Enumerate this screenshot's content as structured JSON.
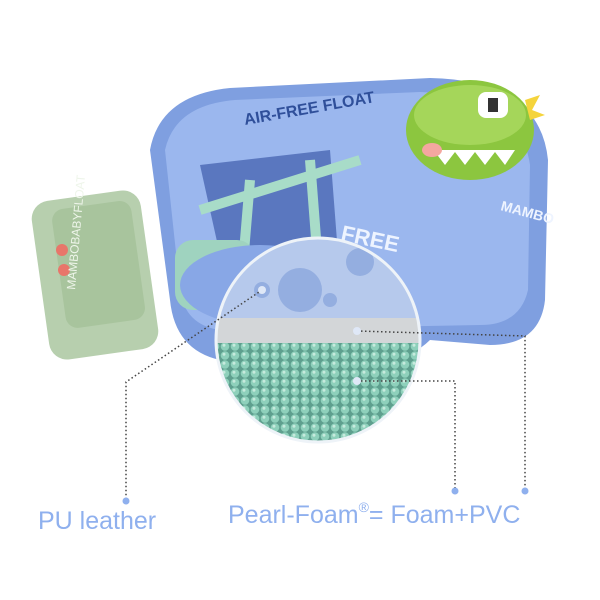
{
  "product": {
    "logo_text_top": "AIR-FREE FLOAT",
    "logo_text_side": "MAMBOBABYFLOAT",
    "logo_text_front": "MAMBO",
    "logo_text_seat": "FREE"
  },
  "callouts": {
    "pu_leather": "PU leather",
    "pearl_foam": "Pearl-Foam",
    "registered": "®",
    "equation": "= Foam+PVC"
  },
  "colors": {
    "label": "#8fb0ee",
    "float_body": "#7f9fe0",
    "mint": "#a8dcc8",
    "dino_green": "#8cc63f",
    "pearl": "#7fc4b0"
  }
}
